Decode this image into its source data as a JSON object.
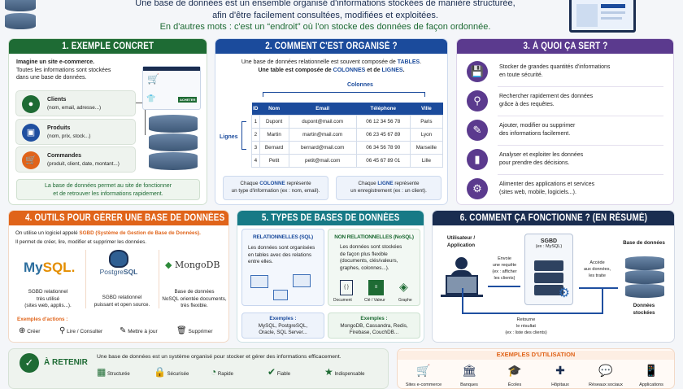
{
  "header": {
    "line1": "Une base de données est un ensemble organisé d'informations stockées de manière structurée,",
    "line2": "afin d'être facilement consultées, modifiées et exploitées.",
    "line3": "En d'autres mots : c'est un “endroit” où l'on stocke des données de façon ordonnée."
  },
  "s1": {
    "title": "1. EXEMPLE CONCRET",
    "intro1": "Imagine un site e-commerce.",
    "intro2": "Toutes les informations sont stockées",
    "intro3": "dans une base de données.",
    "items": [
      {
        "label": "Clients",
        "detail": "(nom, email, adresse...)",
        "icon": "user-icon",
        "color": "#1e6b34"
      },
      {
        "label": "Produits",
        "detail": "(nom, prix, stock...)",
        "icon": "box-icon",
        "color": "#1f4fa0"
      },
      {
        "label": "Commandes",
        "detail": "(produit, client, date, montant...)",
        "icon": "cart-icon",
        "color": "#e0641a"
      }
    ],
    "buy": "ACHETER",
    "note1": "La base de données permet au site de fonctionner",
    "note2": "et de retrouver les informations rapidement."
  },
  "s2": {
    "title": "2. COMMENT C'EST ORGANISÉ ?",
    "intro1a": "Une base de données relationnelle est souvent composée de ",
    "intro1b": "TABLES",
    "intro1c": ".",
    "intro2a": "Une table est composée de ",
    "intro2b": "COLONNES",
    "intro2c": " et de ",
    "intro2d": "LIGNES",
    "intro2e": ".",
    "colonnes": "Colonnes",
    "lignes": "Lignes",
    "columns": [
      "ID",
      "Nom",
      "Email",
      "Téléphone",
      "Ville"
    ],
    "rows": [
      [
        "1",
        "Dupont",
        "dupont@mail.com",
        "06 12 34 56 78",
        "Paris"
      ],
      [
        "2",
        "Martin",
        "martin@mail.com",
        "06 23 45 67 89",
        "Lyon"
      ],
      [
        "3",
        "Bernard",
        "bernard@mail.com",
        "06 34 56 78 90",
        "Marseille"
      ],
      [
        "4",
        "Petit",
        "petit@mail.com",
        "06 45 67 89 01",
        "Lille"
      ]
    ],
    "note_col_a": "Chaque ",
    "note_col_b": "COLONNE",
    "note_col_c": " représente",
    "note_col_d": "un type d'information (ex : nom, email).",
    "note_row_a": "Chaque ",
    "note_row_b": "LIGNE",
    "note_row_c": " représente",
    "note_row_d": "un enregistrement (ex : un client)."
  },
  "s3": {
    "title": "3. À QUOI ÇA SERT ?",
    "items": [
      {
        "l1": "Stocker de grandes quantités d'informations",
        "l2": "en toute sécurité.",
        "icon": "save-icon"
      },
      {
        "l1": "Rechercher rapidement des données",
        "l2": "grâce à des requêtes.",
        "icon": "search-icon"
      },
      {
        "l1": "Ajouter, modifier ou supprimer",
        "l2": "des informations facilement.",
        "icon": "pencil-icon"
      },
      {
        "l1": "Analyser et exploiter les données",
        "l2": "pour prendre des décisions.",
        "icon": "bar-chart-icon"
      },
      {
        "l1": "Alimenter des applications et services",
        "l2": "(sites web, mobile, logiciels...).",
        "icon": "gears-icon"
      }
    ]
  },
  "s4": {
    "title": "4. OUTILS POUR GÉRER UNE BASE DE DONNÉES",
    "intro_a": "On utilise un logiciel appelé ",
    "intro_b": "SGBD (Système de Gestion de Base de Données).",
    "intro2": "Il permet de créer, lire, modifier et supprimer les données.",
    "tools": [
      {
        "name": "MySQL",
        "d1": "SGBD relationnel",
        "d2": "très utilisé",
        "d3": "(sites web, applis...)."
      },
      {
        "name": "PostgreSQL",
        "d1": "SGBD relationnel",
        "d2": "puissant et open source.",
        "d3": ""
      },
      {
        "name": "MongoDB",
        "d1": "Base de données",
        "d2": "NoSQL orientée documents,",
        "d3": "très flexible."
      }
    ],
    "actions_title": "Exemples d'actions :",
    "actions": [
      "Créer",
      "Lire / Consulter",
      "Mettre à jour",
      "Supprimer"
    ]
  },
  "s5": {
    "title": "5. TYPES DE BASES DE DONNÉES",
    "sql_title": "RELATIONNELLES (SQL)",
    "sql_desc": [
      "Les données sont organisées",
      "en tables avec des relations",
      "entre elles."
    ],
    "nosql_title": "NON RELATIONNELLES (NoSQL)",
    "nosql_desc": [
      "Les données sont stockées",
      "de façon plus flexible",
      "(documents, clés/valeurs,",
      "graphes, colonnes...)."
    ],
    "nosql_types": [
      "Document",
      "Clé / Valeur",
      "Graphe"
    ],
    "examples_label": "Exemples :",
    "sql_ex": [
      "MySQL, PostgreSQL,",
      "Oracle, SQL Server..."
    ],
    "nosql_ex": [
      "MongoDB, Cassandra, Redis,",
      "Firebase, CouchDB..."
    ]
  },
  "s6": {
    "title": "6. COMMENT ÇA FONCTIONNE ? (EN RÉSUMÉ)",
    "user": [
      "Utilisateur /",
      "Application"
    ],
    "sgbd": "SGBD",
    "sgbd_ex": "(ex : MySQL)",
    "db": "Base de données",
    "request": [
      "Envoie",
      "une requête",
      "(ex : afficher",
      "les clients)"
    ],
    "access": [
      "Accède",
      "aux données,",
      "les traite"
    ],
    "stored": [
      "Données",
      "stockées"
    ],
    "return": [
      "Retourne",
      "le résultat",
      "(ex : liste des clients)"
    ]
  },
  "retenir": {
    "title": "À RETENIR",
    "text": "Une base de données est un système organisé pour stocker et gérer des informations efficacement.",
    "tags": [
      "Structurée",
      "Sécurisée",
      "Rapide",
      "Fiable",
      "Indispensable"
    ]
  },
  "usage": {
    "title": "EXEMPLES D'UTILISATION",
    "items": [
      "Sites e-commerce",
      "Banques",
      "Écoles",
      "Hôpitaux",
      "Réseaux sociaux",
      "Applications"
    ]
  },
  "colors": {
    "green": "#1e6b34",
    "blue": "#1b4b9c",
    "purple": "#5b3a8e",
    "orange": "#e0641a",
    "teal": "#177a86",
    "navy": "#1a2d50"
  }
}
